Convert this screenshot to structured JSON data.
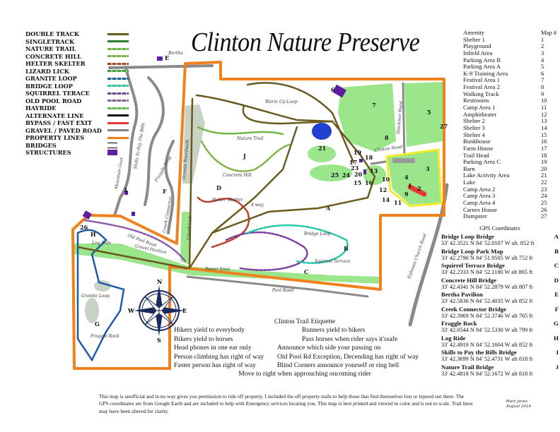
{
  "title": "Clinton Nature Preserve",
  "legend": [
    {
      "label": "DOUBLE TRACK",
      "color": "#6b5a1e"
    },
    {
      "label": "SINGLETRACK",
      "color": "#2e7d32"
    },
    {
      "label": "NATURE TRAIL",
      "color": "#6db33f"
    },
    {
      "label": "CONCRETE HILL",
      "color": "#7cb342"
    },
    {
      "label": "HELTER SKELTER",
      "color": "#c0392b"
    },
    {
      "label": "LIZARD LICK",
      "color": "#43a047"
    },
    {
      "label": "GRANITE LOOP",
      "color": "#1e5aa8"
    },
    {
      "label": "BRIDGE LOOP",
      "color": "#26c6a8"
    },
    {
      "label": "SQUIRREL TERACE",
      "color": "#7b3fa0"
    },
    {
      "label": "OLD POOL ROAD",
      "color": "#8e5aa8"
    },
    {
      "label": "HAYRIDE",
      "color": "#66bb44"
    },
    {
      "label": "ALTERNATE LINE",
      "color": "#111111"
    },
    {
      "label": "BYPASS / FAST EXIT",
      "color": "#e53935"
    },
    {
      "label": "GRAVEL / PAVED ROAD",
      "color": "#808080"
    },
    {
      "label": "PROPERTY LINES",
      "color": "#f0821e"
    },
    {
      "label": "BRIDGES",
      "icon": "bridge-icon"
    },
    {
      "label": "STRUCTURES",
      "color": "#5b1fa0",
      "icon": "structure-icon"
    }
  ],
  "amenities": {
    "header_name": "Amenity",
    "header_num": "Map #",
    "items": [
      [
        "Shelter 1",
        "1"
      ],
      [
        "Playground",
        "2"
      ],
      [
        "Infield Area",
        "3"
      ],
      [
        "Parking Area B",
        "4"
      ],
      [
        "Parking Area A",
        "5"
      ],
      [
        "K-9 Training Area",
        "6"
      ],
      [
        "Festival Area 1",
        "7"
      ],
      [
        "Festival Area 2",
        "8"
      ],
      [
        "Walking Track",
        "9"
      ],
      [
        "Restrooms",
        "10"
      ],
      [
        "Camp Area 1",
        "11"
      ],
      [
        "Amphitheater",
        "12"
      ],
      [
        "Shelter 2",
        "13"
      ],
      [
        "Shelter 3",
        "14"
      ],
      [
        "Shelter 4",
        "15"
      ],
      [
        "Bunkhouse",
        "16"
      ],
      [
        "Farm House",
        "17"
      ],
      [
        "Trail Head",
        "18"
      ],
      [
        "Parking Area C",
        "19"
      ],
      [
        "Barn",
        "20"
      ],
      [
        "Lake Activity Area",
        "21"
      ],
      [
        "Lake",
        "22"
      ],
      [
        "Camp Area 2",
        "23"
      ],
      [
        "Camp Area 3",
        "24"
      ],
      [
        "Camp Area 4",
        "25"
      ],
      [
        "Carnes House",
        "26"
      ],
      [
        "Dumpster",
        "27"
      ]
    ]
  },
  "gps": {
    "header": "GPS Coordinates",
    "items": [
      {
        "name": "Bridge Loop Bridge",
        "id": "A",
        "coords": "33' 42.3521 N 84' 52.0107 W alt. 852 ft"
      },
      {
        "name": "Bridge Loop Park Map",
        "id": "B",
        "coords": "33' 42.2790 N 84' 51.9505 W alt 752 ft"
      },
      {
        "name": "Squirrel Terrace Bridge",
        "id": "C",
        "coords": "33' 42.2333 N 84' 52.1180 W alt 865 ft"
      },
      {
        "name": "Concrete Hill Bridge",
        "id": "D",
        "coords": "33' 42.4341 N 84' 52.2879 W alt 807 ft"
      },
      {
        "name": "Bertha Pavilion",
        "id": "E",
        "coords": "33' 42.5836 N 84' 52.4035 W alt 852 ft"
      },
      {
        "name": "Creek Connector Bridge",
        "id": "F",
        "coords": "33' 42.3969 N 84' 52.3746 W alt 765 ft"
      },
      {
        "name": "Fraggle Rock",
        "id": "G",
        "coords": "33' 42.0544 N 84' 52.5330 W alt 799 ft"
      },
      {
        "name": "Log Ride",
        "id": "H",
        "coords": "33' 42.4919 N 84' 52.1604 W alt 852 ft"
      },
      {
        "name": "Skills to Pay the Bills Bridge",
        "id": "I",
        "coords": "33' 42.3699 N 84' 52.4731 W alt 818 ft"
      },
      {
        "name": "Nature Trail Bridge",
        "id": "J",
        "coords": "33' 42.4818 N 84' 52.1672 W alt 818 ft"
      }
    ]
  },
  "etiquette": {
    "title": "Clinton Trail Etiquette",
    "rows": [
      [
        "Hikers yield to everybody",
        "Runners yield to bikers"
      ],
      [
        "Bikers yield to horses",
        "Pass horses when rider says it'ssafe"
      ],
      [
        "Head phones in one ear only",
        "Announce which side your passing on"
      ],
      [
        "Person climbing has right of way",
        "Old Pool Rd Exception, Decending has right of way"
      ],
      [
        "Faster person has right of way",
        "Blind Corners announce yourself or ring bell"
      ]
    ],
    "last": "Move to right when approuching oncoming rider"
  },
  "footer": "This map is unofficial and in no way gives you permission to ride off property.  I included the off property trails to help those that find themselves lost or injured out there.  The GPS coordinates are from Google Earth and are included to help with Emergency services locating you.  This map is best printed and viewed in color and is not to scale.  Trail lines may have been altered for clarity.",
  "signature": {
    "name": "Mark Jones",
    "date": "August 2014"
  },
  "map_labels": {
    "warm_up_loop": "Warm Up Loop",
    "nature_trail": "Nature Trail",
    "concrete_hill": "Concrete Hill",
    "helter_skelter": "Helter Skelter",
    "four_way": "4 way",
    "bridge_loop": "Bridge Loop",
    "squirrel_terrace": "Squirrel Terrace",
    "power_lines": "Power lines",
    "pool_road": "Pool Road",
    "granite_loop": "Granite Loop",
    "fraggle_rock": "Fraggle Rock",
    "log_ride": "Log Ride",
    "old_pool_road": "Old Pool Road",
    "gravel_pavilion": "Gravel Pavilion",
    "granite_boardwalk": "Granite Boardwalk",
    "lizard_lick": "Lizard Lick",
    "mountain_goat": "Mountain Goat",
    "skills": "Skills To Pay The Bills",
    "creek_connector": "Creek Connector",
    "clinton_road": "Clinton Road",
    "stockmar_road": "Stockmar Road",
    "ephesus_road": "Ephesus Church Road",
    "bertha": "Bertha",
    "fraggle_drop": "Fraggle Drop"
  },
  "compass": {
    "n": "N",
    "s": "S",
    "e": "E",
    "w": "W"
  },
  "colors": {
    "property": "#f0821e",
    "field": "#9be58a",
    "lake": "#2040d0",
    "road": "#808080",
    "structure": "#5b1fa0",
    "track": "#6b5a1e"
  }
}
